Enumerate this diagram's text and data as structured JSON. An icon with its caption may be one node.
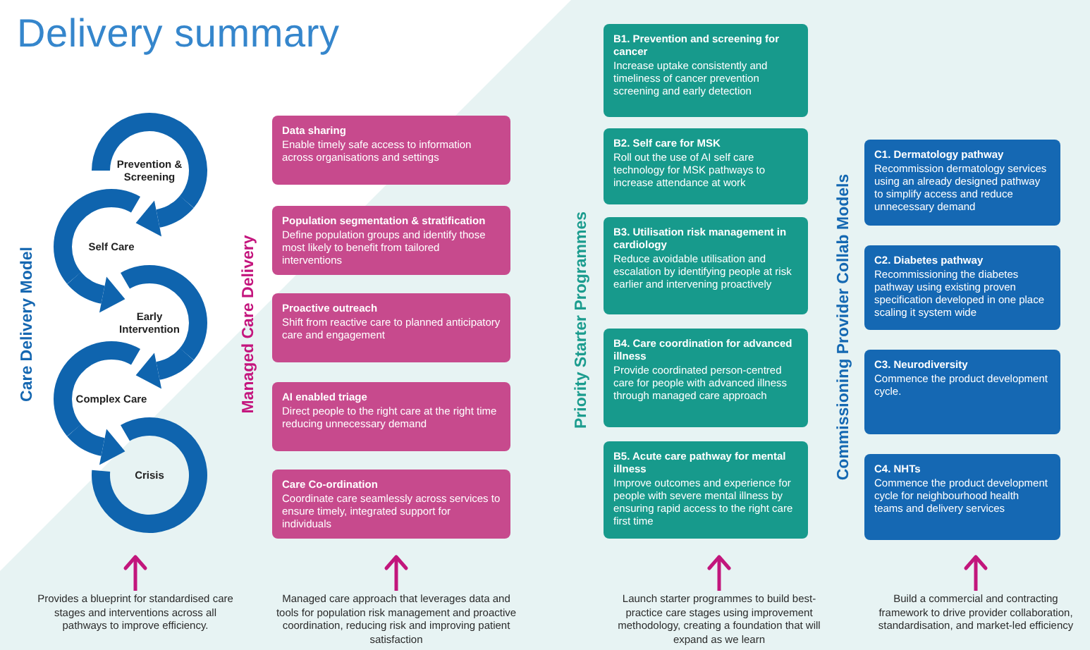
{
  "diagram": {
    "title": "Delivery summary",
    "nodes": [
      {
        "text": [
          "Prevention & Screening"
        ]
      },
      {
        "text": [
          "Self Care"
        ]
      },
      {
        "text": [
          "Early Intervention"
        ]
      },
      {
        "text": [
          "Complex Care"
        ]
      },
      {
        "text": [
          "Crisis"
        ]
      },
      {
        "text": [
          "Data sharing",
          "Enable timely safe access to information across organisations and settings"
        ]
      },
      {
        "text": [
          "Population segmentation & stratification",
          "Define population groups and identify those most likely to benefit from tailored interventions"
        ]
      },
      {
        "text": [
          "Proactive outreach",
          "Shift from reactive care to planned anticipatory care and engagement"
        ]
      },
      {
        "text": [
          "AI enabled triage",
          "Direct people to the right care at the right time reducing unnecessary demand"
        ]
      },
      {
        "text": [
          "Care Co-ordination",
          "Coordinate care seamlessly across services to ensure timely, integrated support for individuals"
        ]
      },
      {
        "text": [
          "B1. Prevention and screening for cancer",
          "Increase uptake consistently and timeliness of cancer prevention screening and early detection"
        ]
      },
      {
        "text": [
          "B2. Self care for MSK",
          "Roll out the use of AI self care technology for MSK pathways to increase attendance at work"
        ]
      },
      {
        "text": [
          "B3. Utilisation risk management in cardiology",
          "Reduce avoidable utilisation and escalation by identifying people at risk earlier and intervening proactively"
        ]
      },
      {
        "text": [
          "B4. Care coordination for advanced illness",
          "Provide coordinated person-centred care for people with advanced illness through managed care approach"
        ]
      },
      {
        "text": [
          "B5. Acute care pathway for mental illness",
          "Improve outcomes and experience for people with severe mental illness by ensuring rapid access to the right care first time"
        ]
      },
      {
        "text": [
          "C1. Dermatology pathway",
          "Recommission dermatology services using an already designed pathway to simplify access and reduce unnecessary demand"
        ]
      },
      {
        "text": [
          "C2. Diabetes pathway",
          "Recommissioning the diabetes pathway using existing proven specification developed in one place scaling it system wide"
        ]
      },
      {
        "text": [
          "C3. Neurodiversity",
          "Commence the product development cycle."
        ]
      },
      {
        "text": [
          "C4. NHTs",
          "Commence the product development cycle for neighbourhood health teams and delivery services"
        ]
      },
      {
        "text": [
          "Provides a blueprint for standardised care stages and interventions across all pathways to improve efficiency."
        ]
      },
      {
        "text": [
          "Managed care approach that leverages data and tools for population risk management and proactive coordination, reducing risk and improving patient satisfaction"
        ]
      },
      {
        "text": [
          "Launch starter programmes to build best-practice care stages using improvement methodology, creating a foundation that will expand as we learn"
        ]
      },
      {
        "text": [
          "Build a commercial and contracting framework to drive provider collaboration, standardisation, and market-led efficiency"
        ]
      }
    ],
    "edges": [
      {
        "from": 0,
        "to": 1,
        "arrow": "to",
        "style": "thick"
      },
      {
        "from": 1,
        "to": 2,
        "arrow": "to",
        "style": "thick"
      },
      {
        "from": 2,
        "to": 3,
        "arrow": "to",
        "style": "thick"
      },
      {
        "from": 3,
        "to": 4,
        "arrow": "to",
        "style": "thick"
      },
      {
        "from": 19,
        "to": null,
        "arrow": "to",
        "color": "#c2167c"
      },
      {
        "from": 20,
        "to": null,
        "arrow": "to",
        "color": "#c2167c"
      },
      {
        "from": 21,
        "to": null,
        "arrow": "to",
        "color": "#c2167c"
      },
      {
        "from": 22,
        "to": null,
        "arrow": "to",
        "color": "#c2167c"
      }
    ],
    "labels": [
      "Care Delivery Model",
      "Managed Care Delivery",
      "Priority Starter Programmes",
      "Commissioning Provider Collab Models"
    ]
  }
}
